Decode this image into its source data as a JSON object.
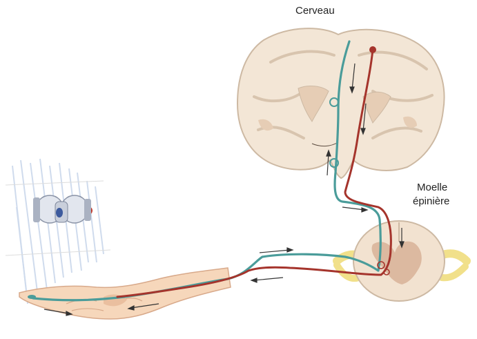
{
  "labels": {
    "brain": "Cerveau",
    "spinal_cord_line1": "Moelle",
    "spinal_cord_line2": "épinière"
  },
  "colors": {
    "sensory_pathway": "#4a9c9a",
    "motor_pathway": "#a5342c",
    "brain_tissue": "#f3e6d6",
    "brain_outline": "#cdb9a3",
    "spinal_gray_matter": "#dcb9a0",
    "nerve_yellow": "#f1e08a",
    "skin": "#f6d7bb",
    "water": "#bccde6",
    "faucet_hot": "#c0392b",
    "faucet_cold": "#3d5b9e"
  }
}
